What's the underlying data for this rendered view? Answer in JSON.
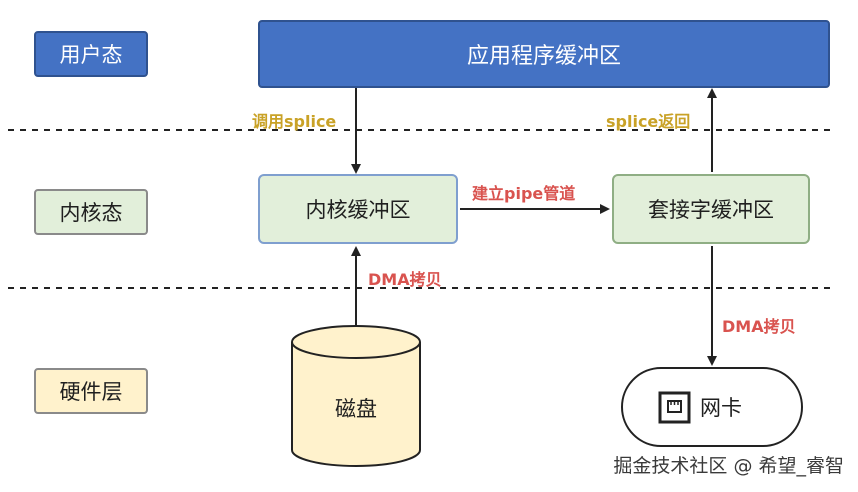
{
  "layers": {
    "user": "用户态",
    "kernel": "内核态",
    "hardware": "硬件层"
  },
  "boxes": {
    "app_buffer": "应用程序缓冲区",
    "kernel_buffer": "内核缓冲区",
    "socket_buffer": "套接字缓冲区",
    "disk": "磁盘",
    "nic": "网卡"
  },
  "arrows": {
    "call_splice": "调用splice",
    "splice_return": "splice返回",
    "build_pipe": "建立pipe管道",
    "dma_copy_left": "DMA拷贝",
    "dma_copy_right": "DMA拷贝"
  },
  "watermark": "掘金技术社区 @ 希望_睿智",
  "icons": {
    "nic": "network-card-icon"
  },
  "colors": {
    "user_fill": "#4472c4",
    "kernel_fill": "#e2efda",
    "hardware_fill": "#fff2cc",
    "label_gold": "#c9a227",
    "label_red": "#d9534f"
  }
}
